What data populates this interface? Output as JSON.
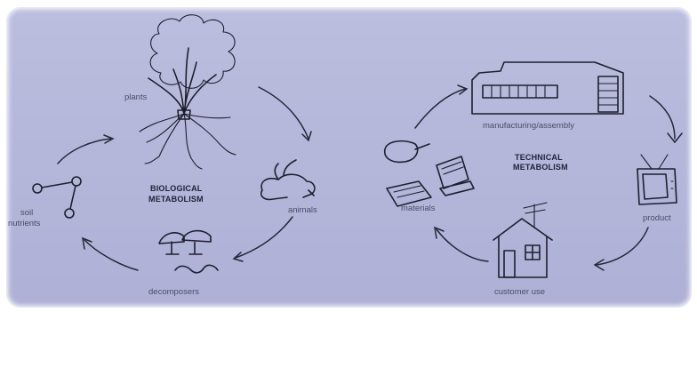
{
  "biological": {
    "title_line1": "BIOLOGICAL",
    "title_line2": "METABOLISM",
    "labels": {
      "plants": "plants",
      "animals": "animals",
      "decomposers": "decomposers",
      "soil_line1": "soil",
      "soil_line2": "nutrients"
    }
  },
  "technical": {
    "title_line1": "TECHNICAL",
    "title_line2": "METABOLISM",
    "labels": {
      "manufacturing": "manufacturing/assembly",
      "product": "product",
      "customer_use": "customer use",
      "materials": "materials"
    }
  },
  "colors": {
    "panel_background": "#b6b8db",
    "ink": "#1e1f2e",
    "label_text": "#4b4d66"
  }
}
